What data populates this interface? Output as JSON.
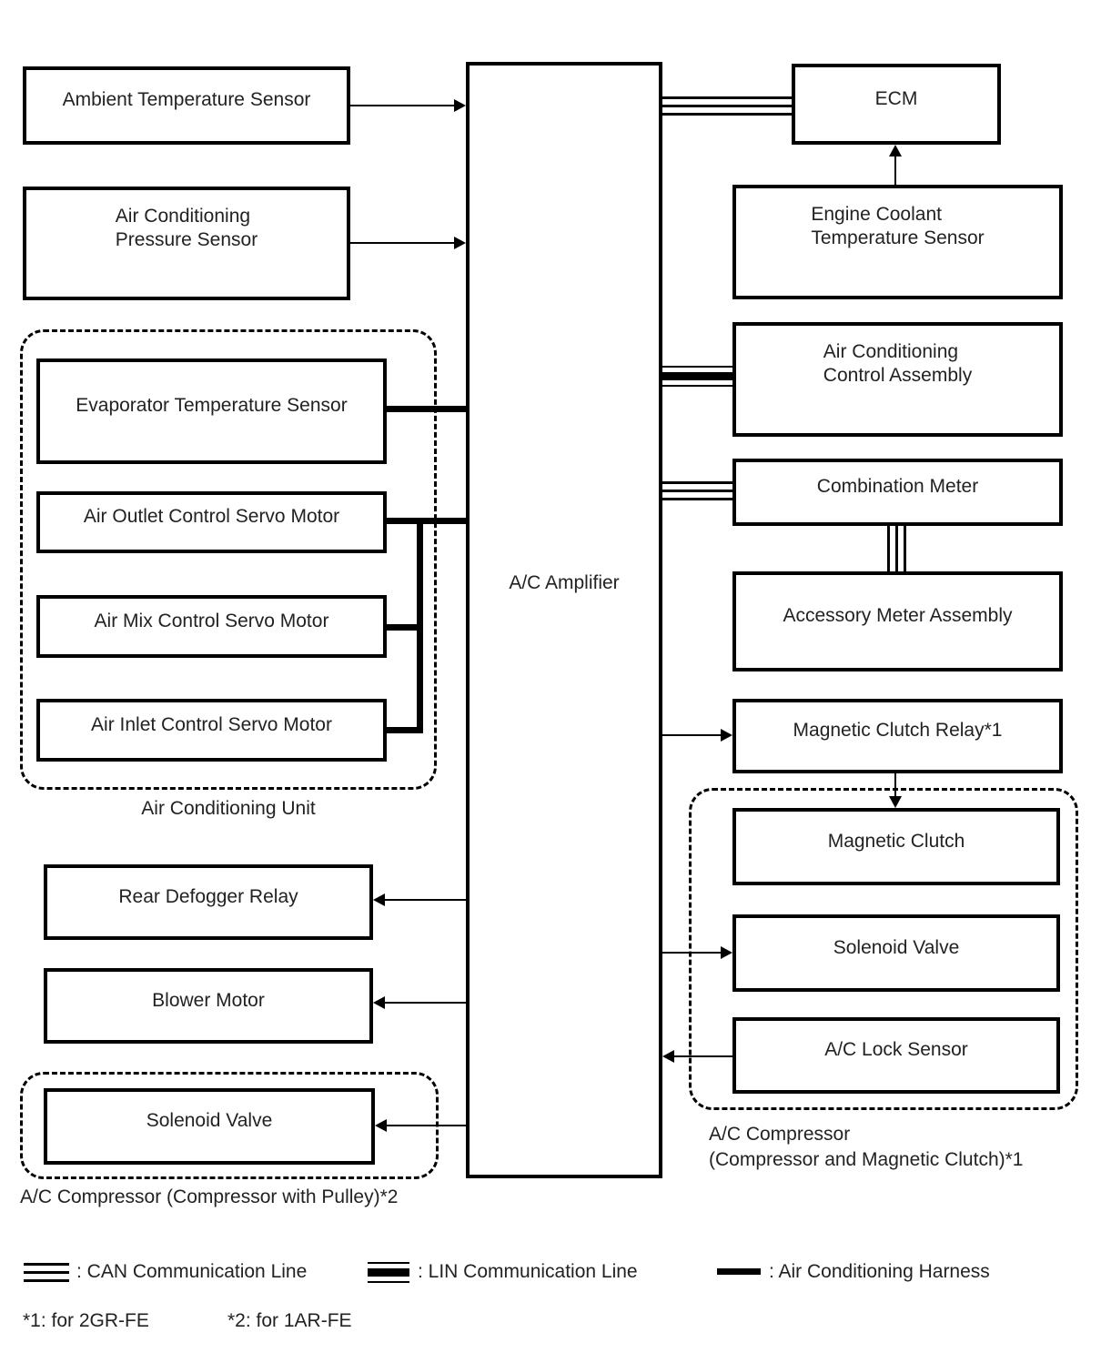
{
  "boxes": {
    "ambient": {
      "label": "Ambient Temperature Sensor"
    },
    "pressure": {
      "lines": [
        "Air Conditioning",
        "Pressure Sensor"
      ]
    },
    "evaporator": {
      "label": "Evaporator Temperature Sensor"
    },
    "air_outlet": {
      "label": "Air Outlet Control Servo Motor"
    },
    "air_mix": {
      "label": "Air Mix Control Servo Motor"
    },
    "air_inlet": {
      "label": "Air Inlet Control Servo Motor"
    },
    "rear_defogger": {
      "label": "Rear Defogger Relay"
    },
    "blower": {
      "label": "Blower Motor"
    },
    "solenoid_left": {
      "label": "Solenoid Valve"
    },
    "amplifier": {
      "label": "A/C Amplifier"
    },
    "ecm": {
      "label": "ECM"
    },
    "coolant": {
      "lines": [
        "Engine Coolant",
        "Temperature Sensor"
      ]
    },
    "control_assembly": {
      "lines": [
        "Air Conditioning",
        "Control Assembly"
      ]
    },
    "combination_meter": {
      "label": "Combination Meter"
    },
    "accessory_meter": {
      "label": "Accessory Meter Assembly"
    },
    "clutch_relay": {
      "label": "Magnetic Clutch Relay*1"
    },
    "magnetic_clutch": {
      "label": "Magnetic Clutch"
    },
    "solenoid_right": {
      "label": "Solenoid Valve"
    },
    "lock_sensor": {
      "label": "A/C Lock Sensor"
    }
  },
  "groups": {
    "ac_unit": {
      "label": "Air Conditioning Unit"
    },
    "compressor_pulley": {
      "label": "A/C Compressor (Compressor with Pulley)*2"
    },
    "compressor_clutch": {
      "lines": [
        "A/C Compressor",
        "(Compressor and Magnetic Clutch)*1"
      ]
    }
  },
  "legend": {
    "can": {
      "label": ": CAN Communication Line"
    },
    "lin": {
      "label": ": LIN Communication Line"
    },
    "harness": {
      "label": ": Air Conditioning Harness"
    }
  },
  "footnotes": {
    "f1": "*1: for 2GR-FE",
    "f2": "*2: for 1AR-FE"
  },
  "connections": [
    {
      "from": "Ambient Temperature Sensor",
      "to": "A/C Amplifier",
      "type": "wire",
      "arrow": "to"
    },
    {
      "from": "Air Conditioning Pressure Sensor",
      "to": "A/C Amplifier",
      "type": "wire",
      "arrow": "to"
    },
    {
      "from": "Evaporator Temperature Sensor",
      "to": "A/C Amplifier",
      "type": "air-conditioning-harness"
    },
    {
      "from": "Air Outlet Control Servo Motor",
      "to": "A/C Amplifier",
      "type": "air-conditioning-harness"
    },
    {
      "from": "Air Mix Control Servo Motor",
      "to": "A/C Amplifier",
      "type": "air-conditioning-harness"
    },
    {
      "from": "Air Inlet Control Servo Motor",
      "to": "A/C Amplifier",
      "type": "air-conditioning-harness"
    },
    {
      "from": "A/C Amplifier",
      "to": "ECM",
      "type": "can"
    },
    {
      "from": "Engine Coolant Temperature Sensor",
      "to": "ECM",
      "type": "wire",
      "arrow": "to"
    },
    {
      "from": "A/C Amplifier",
      "to": "Air Conditioning Control Assembly",
      "type": "lin"
    },
    {
      "from": "A/C Amplifier",
      "to": "Combination Meter",
      "type": "can"
    },
    {
      "from": "Combination Meter",
      "to": "Accessory Meter Assembly",
      "type": "can"
    },
    {
      "from": "A/C Amplifier",
      "to": "Magnetic Clutch Relay*1",
      "type": "wire",
      "arrow": "to"
    },
    {
      "from": "Magnetic Clutch Relay*1",
      "to": "Magnetic Clutch",
      "type": "wire",
      "arrow": "to"
    },
    {
      "from": "A/C Amplifier",
      "to": "Solenoid Valve (A/C Compressor *1)",
      "type": "wire",
      "arrow": "to"
    },
    {
      "from": "A/C Lock Sensor",
      "to": "A/C Amplifier",
      "type": "wire",
      "arrow": "to"
    },
    {
      "from": "A/C Amplifier",
      "to": "Rear Defogger Relay",
      "type": "wire",
      "arrow": "to"
    },
    {
      "from": "A/C Amplifier",
      "to": "Blower Motor",
      "type": "wire",
      "arrow": "to"
    },
    {
      "from": "A/C Amplifier",
      "to": "Solenoid Valve (A/C Compressor *2)",
      "type": "wire",
      "arrow": "to"
    }
  ]
}
